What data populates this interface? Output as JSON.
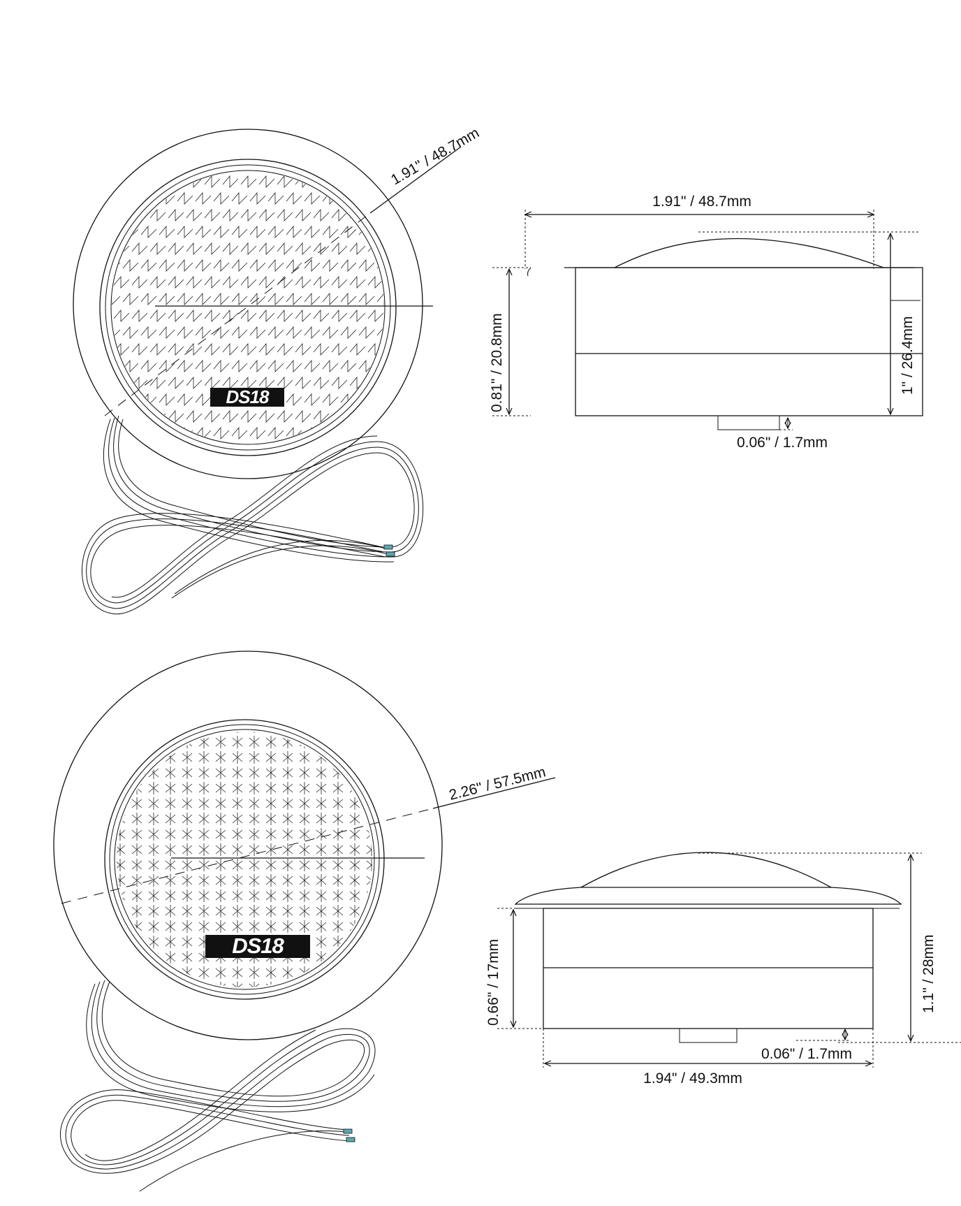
{
  "brand": "DS18",
  "top": {
    "front_diameter": "1.91\" / 48.7mm",
    "side_width": "1.91\" / 48.7mm",
    "body_height": "0.81\" / 20.8mm",
    "total_height": "1\" / 26.4mm",
    "terminal_depth": "0.06\" / 1.7mm"
  },
  "bottom": {
    "front_diameter": "2.26\" / 57.5mm",
    "body_height": "0.66\" / 17mm",
    "total_height": "1.1\" / 28mm",
    "terminal_depth": "0.06\" / 1.7mm",
    "body_width": "1.94\" / 49.3mm"
  }
}
